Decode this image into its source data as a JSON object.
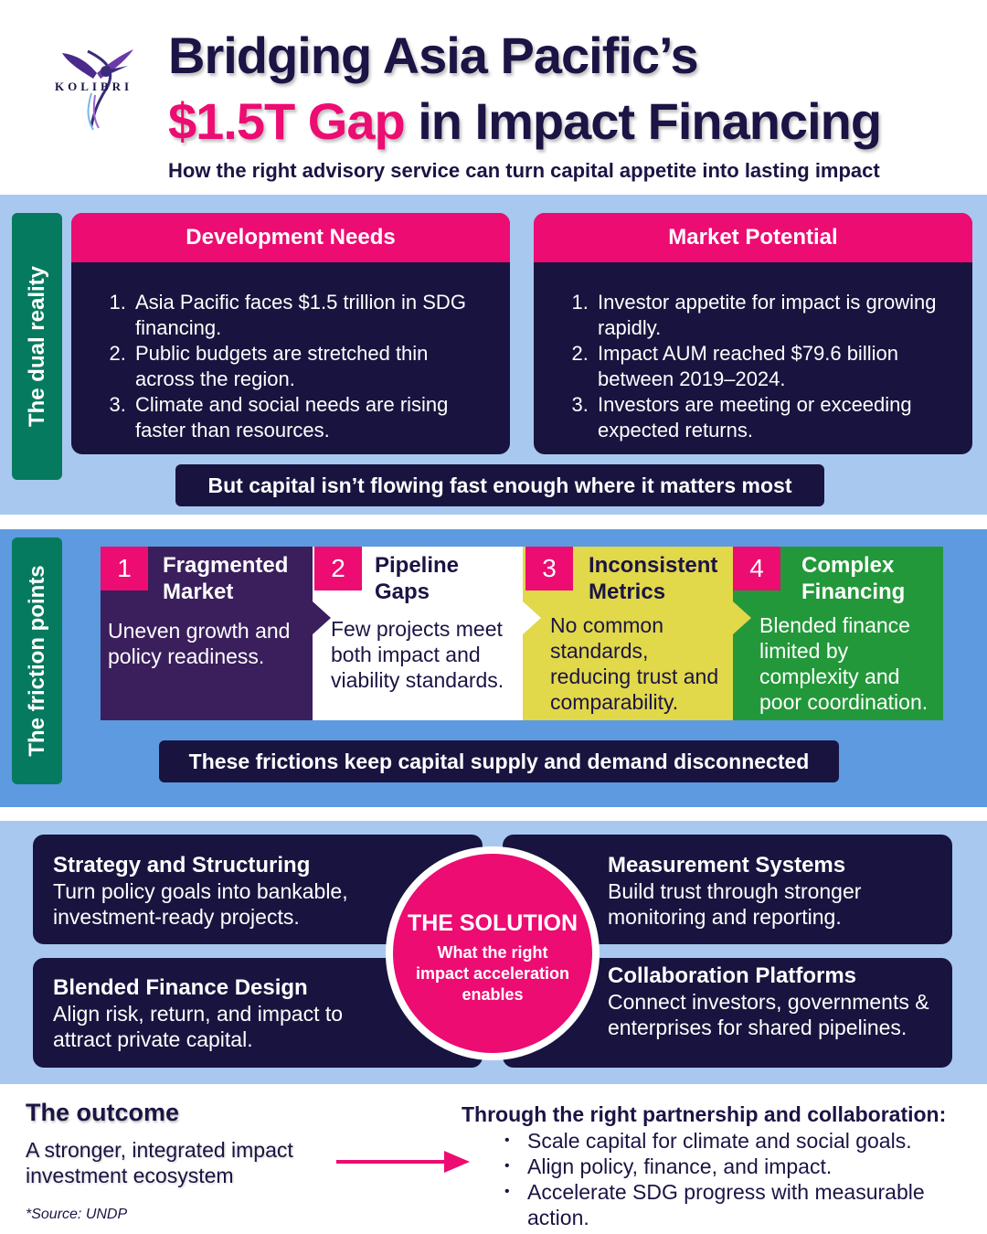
{
  "brand": {
    "name": "KOLIBRI"
  },
  "header": {
    "title_line1": "Bridging Asia Pacific’s",
    "title_highlight": "$1.5T Gap",
    "title_rest": " in Impact Financing",
    "subtitle": "How the right advisory service can turn capital appetite into lasting impact"
  },
  "dual_reality": {
    "label": "The dual reality",
    "development": {
      "title": "Development Needs",
      "items": [
        "Asia Pacific faces $1.5 trillion in SDG financing.",
        "Public budgets are stretched thin across the region.",
        "Climate and social needs are rising faster than resources."
      ]
    },
    "market": {
      "title": "Market Potential",
      "items": [
        "Investor appetite for impact is growing rapidly.",
        "Impact AUM reached $79.6 billion between 2019–2024.",
        "Investors are meeting or exceeding expected returns."
      ]
    },
    "banner": "But capital isn’t flowing fast enough where it matters most"
  },
  "friction": {
    "label": "The friction points",
    "items": [
      {
        "num": "1",
        "title_l1": "Fragmented",
        "title_l2": "Market",
        "desc": "Uneven growth and policy readiness.",
        "color": "#3a1f5c"
      },
      {
        "num": "2",
        "title_l1": "Pipeline",
        "title_l2": "Gaps",
        "desc": "Few projects meet both impact and viability standards.",
        "color": "#ffffff"
      },
      {
        "num": "3",
        "title_l1": "Inconsistent",
        "title_l2": "Metrics",
        "desc": "No common standards, reducing trust and comparability.",
        "color": "#e1d84a"
      },
      {
        "num": "4",
        "title_l1": "Complex",
        "title_l2": "Financing",
        "desc": "Blended finance limited by complexity and poor coordination.",
        "color": "#23983a"
      }
    ],
    "banner": "These frictions keep capital supply and demand disconnected"
  },
  "solution": {
    "center_title": "THE SOLUTION",
    "center_sub": "What the right impact acceleration enables",
    "cards": [
      {
        "title": "Strategy and Structuring",
        "desc": "Turn policy goals into bankable, investment-ready projects."
      },
      {
        "title": "Measurement Systems",
        "desc": "Build trust through stronger monitoring and reporting."
      },
      {
        "title": "Blended Finance Design",
        "desc": "Align risk, return, and impact to attract private capital."
      },
      {
        "title": "Collaboration Platforms",
        "desc": "Connect investors, governments & enterprises for shared pipelines."
      }
    ]
  },
  "outcome": {
    "title": "The outcome",
    "text": "A stronger, integrated impact investment ecosystem",
    "source": "*Source: UNDP",
    "through": "Through the right partnership and collaboration:",
    "bullets": [
      "Scale capital for climate and social goals.",
      "Align policy, finance, and impact.",
      "Accelerate SDG progress with measurable action."
    ]
  },
  "colors": {
    "navy": "#18143f",
    "pink": "#ec0c72",
    "green": "#067a5e",
    "light_blue": "#a9c8ef",
    "mid_blue": "#5d9ae0"
  }
}
